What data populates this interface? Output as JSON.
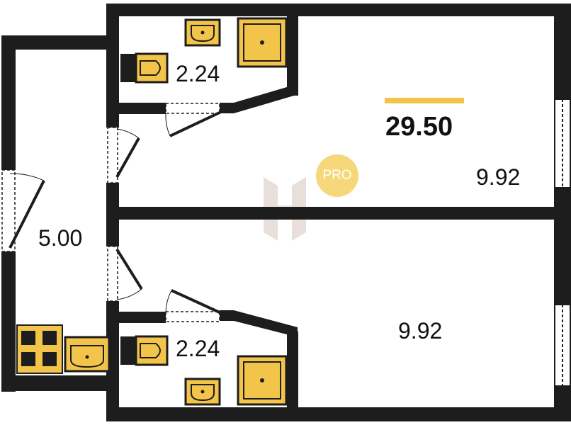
{
  "total_area": "29.50",
  "badge": "PRO",
  "rooms": [
    {
      "id": "room-top",
      "area": "9.92"
    },
    {
      "id": "room-bottom",
      "area": "9.92"
    },
    {
      "id": "corridor",
      "area": "5.00"
    },
    {
      "id": "bathroom-top",
      "area": "2.24"
    },
    {
      "id": "bathroom-bottom",
      "area": "2.24"
    }
  ],
  "colors": {
    "wall": "#1d1d1d",
    "fixture_fill": "#f3c44a",
    "fixture_outline": "#1d1d1d",
    "accent_bar": "#f3c44a",
    "badge": "#f6d77a",
    "watermark": "#e9dcd7"
  },
  "icons": [
    "toilet-icon",
    "sink-icon",
    "shower-tray-icon",
    "stove-icon",
    "kitchen-sink-icon",
    "door-swing-icon",
    "window-icon",
    "watermark-logo-icon"
  ]
}
